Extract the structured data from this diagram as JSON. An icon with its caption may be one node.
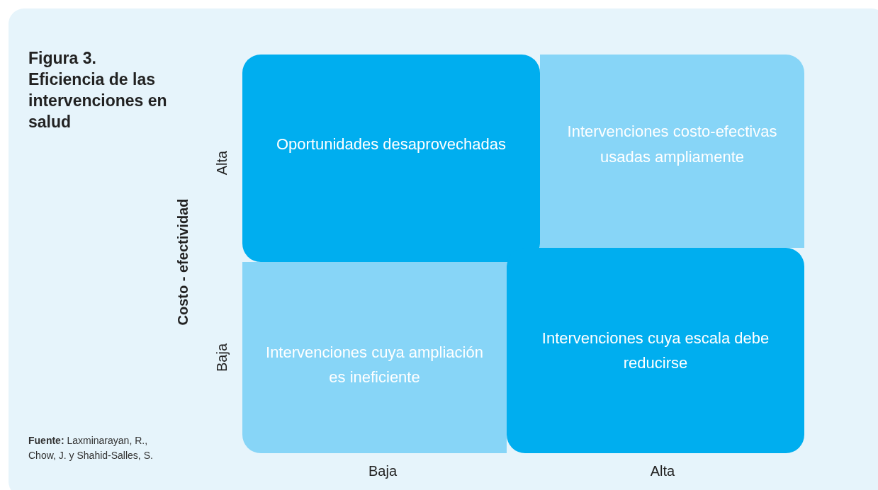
{
  "diagram": {
    "title": "Figura 3. Eficiencia de las intervenciones en salud",
    "nodes": [
      {
        "text": [
          "Oportunidades desaprovechadas"
        ]
      },
      {
        "text": [
          "Intervenciones costo-efectivas usadas ampliamente"
        ]
      },
      {
        "text": [
          "Intervenciones cuya ampliación es ineficiente"
        ]
      },
      {
        "text": [
          "Intervenciones cuya escala debe reducirse"
        ]
      }
    ],
    "labels": [
      "Alta",
      "Costo - efectividad",
      "Baja",
      "**Fuente:** Laxminarayan, R., Chow, J. y Shahid-Salles, S.",
      "Baja",
      "Alta"
    ]
  }
}
